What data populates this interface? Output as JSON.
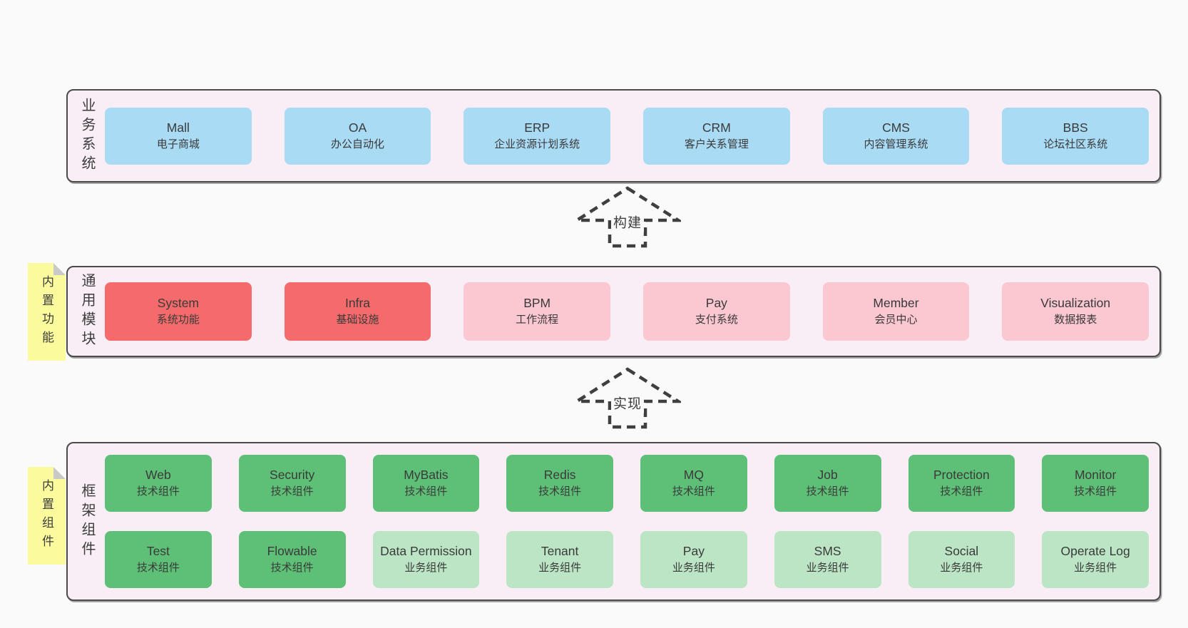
{
  "palette": {
    "page_bg": "#fafafa",
    "frame_bg": "#f9eef6",
    "frame_border": "#4a4a4a",
    "blue": "#a9dbf5",
    "red": "#f56b6b",
    "pink": "#fbc7d1",
    "green": "#5ec077",
    "lightgreen": "#bce5c6",
    "sticky_yellow": "#fbfb9d",
    "sticky_fold": "#c9c9c9",
    "arrow_stroke": "#3f3f3f",
    "text": "#3a3a3a"
  },
  "sections": [
    {
      "side_label": "业务系统",
      "sticky": null,
      "rows": [
        [
          {
            "title": "Mall",
            "subtitle": "电子商城",
            "palette": "blue"
          },
          {
            "title": "OA",
            "subtitle": "办公自动化",
            "palette": "blue"
          },
          {
            "title": "ERP",
            "subtitle": "企业资源计划系统",
            "palette": "blue"
          },
          {
            "title": "CRM",
            "subtitle": "客户关系管理",
            "palette": "blue"
          },
          {
            "title": "CMS",
            "subtitle": "内容管理系统",
            "palette": "blue"
          },
          {
            "title": "BBS",
            "subtitle": "论坛社区系统",
            "palette": "blue"
          }
        ]
      ]
    },
    {
      "side_label": "通用模块",
      "sticky": "内置功能",
      "rows": [
        [
          {
            "title": "System",
            "subtitle": "系统功能",
            "palette": "red"
          },
          {
            "title": "Infra",
            "subtitle": "基础设施",
            "palette": "red"
          },
          {
            "title": "BPM",
            "subtitle": "工作流程",
            "palette": "pink"
          },
          {
            "title": "Pay",
            "subtitle": "支付系统",
            "palette": "pink"
          },
          {
            "title": "Member",
            "subtitle": "会员中心",
            "palette": "pink"
          },
          {
            "title": "Visualization",
            "subtitle": "数据报表",
            "palette": "pink"
          }
        ]
      ]
    },
    {
      "side_label": "框架组件",
      "sticky": "内置组件",
      "rows": [
        [
          {
            "title": "Web",
            "subtitle": "技术组件",
            "palette": "green"
          },
          {
            "title": "Security",
            "subtitle": "技术组件",
            "palette": "green"
          },
          {
            "title": "MyBatis",
            "subtitle": "技术组件",
            "palette": "green"
          },
          {
            "title": "Redis",
            "subtitle": "技术组件",
            "palette": "green"
          },
          {
            "title": "MQ",
            "subtitle": "技术组件",
            "palette": "green"
          },
          {
            "title": "Job",
            "subtitle": "技术组件",
            "palette": "green"
          },
          {
            "title": "Protection",
            "subtitle": "技术组件",
            "palette": "green"
          },
          {
            "title": "Monitor",
            "subtitle": "技术组件",
            "palette": "green"
          }
        ],
        [
          {
            "title": "Test",
            "subtitle": "技术组件",
            "palette": "green"
          },
          {
            "title": "Flowable",
            "subtitle": "技术组件",
            "palette": "green"
          },
          {
            "title": "Data Permission",
            "subtitle": "业务组件",
            "palette": "lightgreen"
          },
          {
            "title": "Tenant",
            "subtitle": "业务组件",
            "palette": "lightgreen"
          },
          {
            "title": "Pay",
            "subtitle": "业务组件",
            "palette": "lightgreen"
          },
          {
            "title": "SMS",
            "subtitle": "业务组件",
            "palette": "lightgreen"
          },
          {
            "title": "Social",
            "subtitle": "业务组件",
            "palette": "lightgreen"
          },
          {
            "title": "Operate Log",
            "subtitle": "业务组件",
            "palette": "lightgreen"
          }
        ]
      ]
    }
  ],
  "arrows": [
    {
      "label": "构建"
    },
    {
      "label": "实现"
    }
  ]
}
